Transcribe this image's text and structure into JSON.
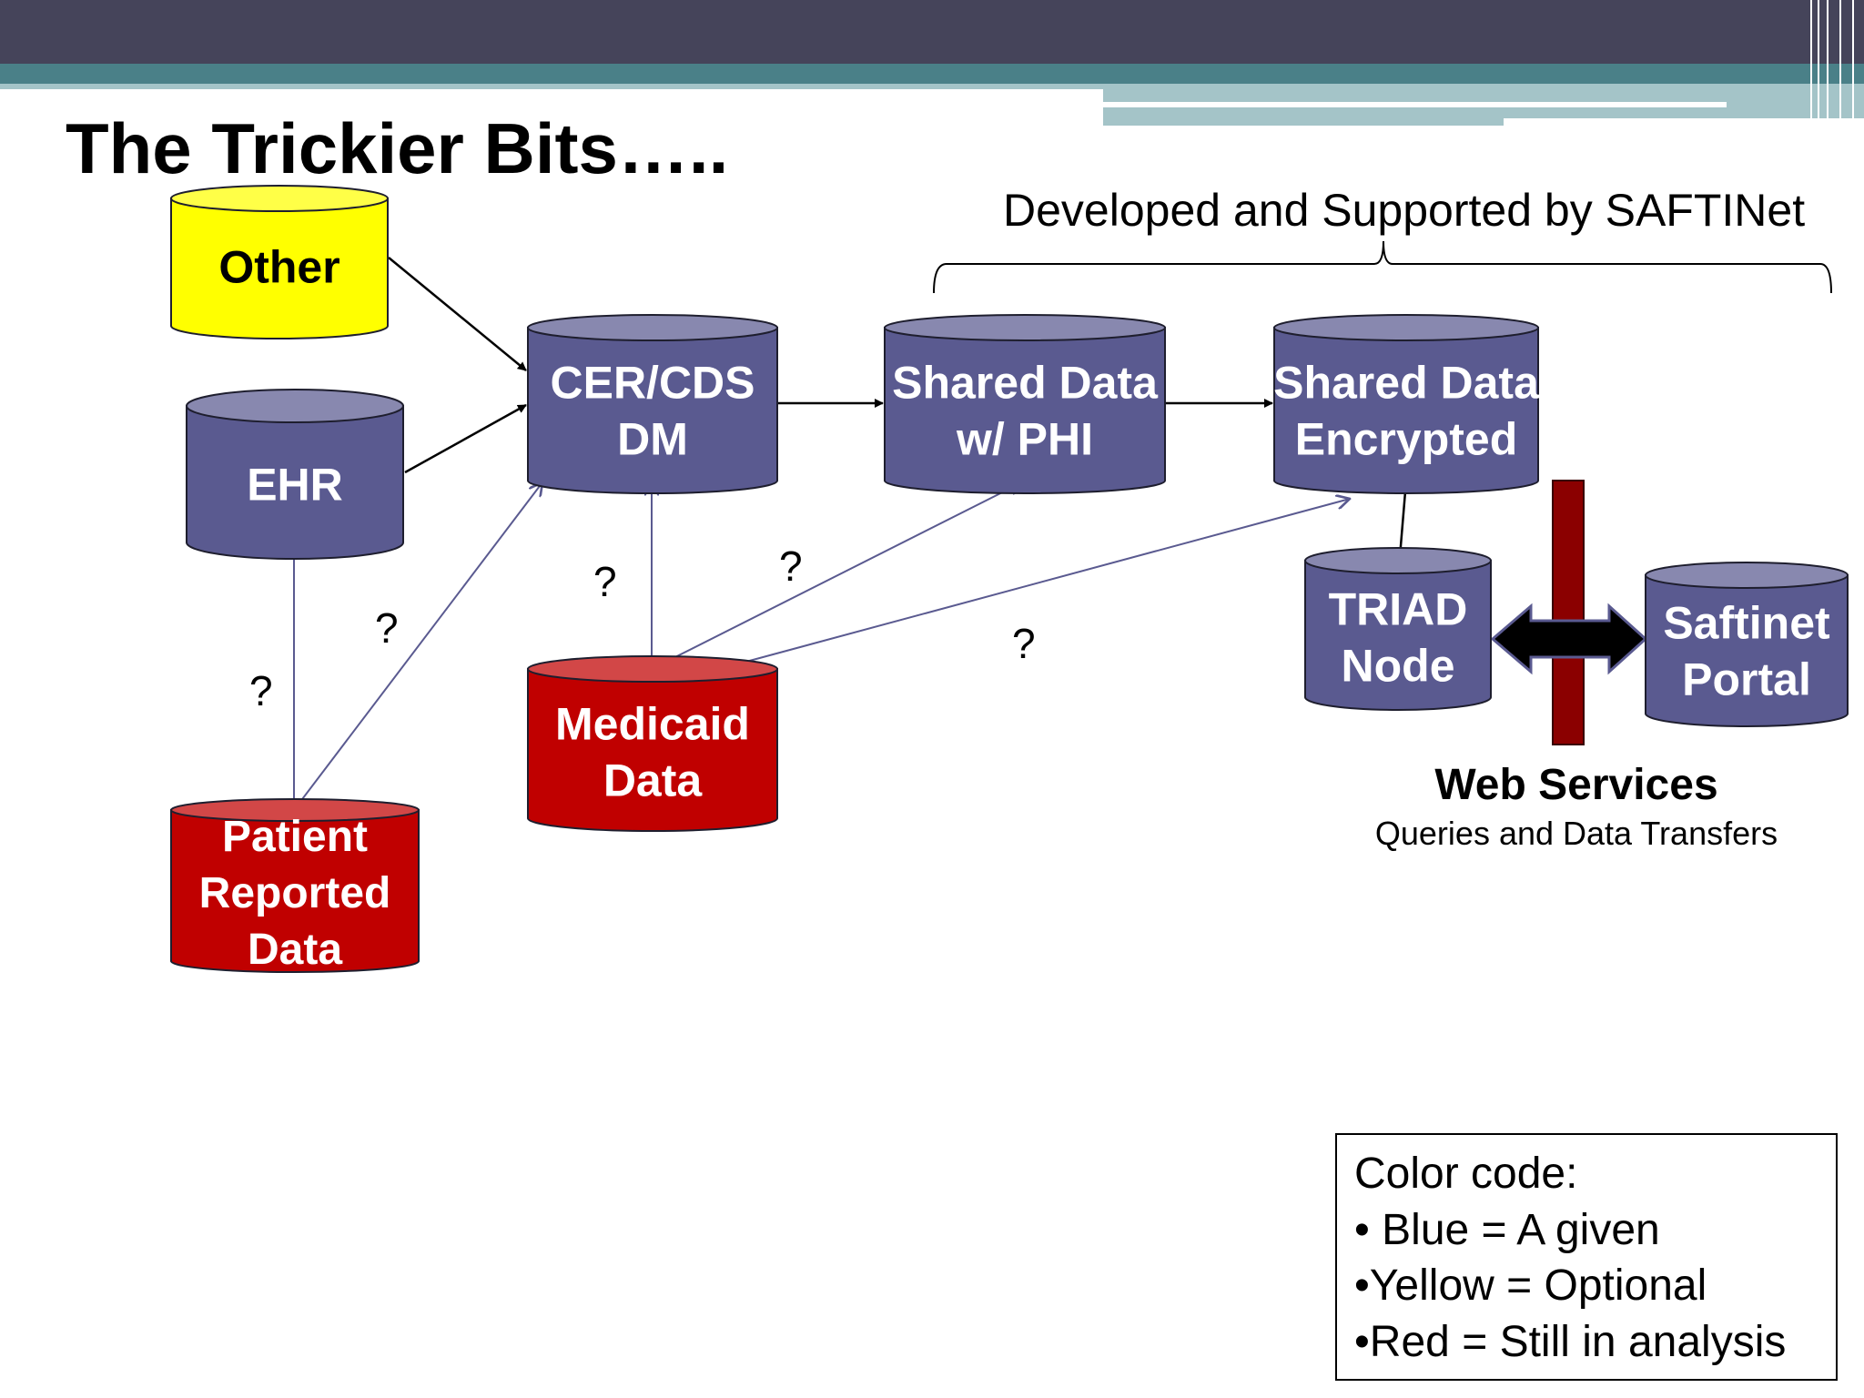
{
  "slide": {
    "title": "The Trickier Bits…..",
    "brace_label": "Developed and Supported by SAFTINet"
  },
  "nodes": [
    {
      "id": "other",
      "lines": [
        "Other"
      ],
      "fill": "#ffff00",
      "text_color": "#000000"
    },
    {
      "id": "ehr",
      "lines": [
        "EHR"
      ],
      "fill": "#5a5a90",
      "text_color": "#ffffff"
    },
    {
      "id": "cer-cds",
      "lines": [
        "CER/CDS",
        "DM"
      ],
      "fill": "#5a5a90",
      "text_color": "#ffffff"
    },
    {
      "id": "shared-phi",
      "lines": [
        "Shared Data",
        "w/ PHI"
      ],
      "fill": "#5a5a90",
      "text_color": "#ffffff"
    },
    {
      "id": "shared-encrypted",
      "lines": [
        "Shared Data",
        "Encrypted"
      ],
      "fill": "#5a5a90",
      "text_color": "#ffffff"
    },
    {
      "id": "triad-node",
      "lines": [
        "TRIAD",
        "Node"
      ],
      "fill": "#5a5a90",
      "text_color": "#ffffff"
    },
    {
      "id": "saftinet-portal",
      "lines": [
        "Saftinet",
        "Portal"
      ],
      "fill": "#5a5a90",
      "text_color": "#ffffff"
    },
    {
      "id": "medicaid-data",
      "lines": [
        "Medicaid",
        "Data"
      ],
      "fill": "#c00000",
      "text_color": "#ffffff"
    },
    {
      "id": "patient-reported",
      "lines": [
        "Patient",
        "Reported",
        "Data"
      ],
      "fill": "#c00000",
      "text_color": "#ffffff"
    }
  ],
  "question_mark": "?",
  "web_services": {
    "title": "Web Services",
    "subtitle": "Queries and Data Transfers"
  },
  "legend": {
    "heading": "Color code:",
    "items": [
      "• Blue = A given",
      "•Yellow = Optional",
      "•Red = Still in analysis"
    ]
  },
  "colors": {
    "header_dark": "#45445a",
    "header_teal": "#4a8088",
    "header_light": "#a4c4c8",
    "cylinder_blue": "#5a5a90",
    "cylinder_red": "#c00000",
    "cylinder_yellow": "#ffff00",
    "firewall": "#8b0000",
    "connector_blue": "#5a5a90"
  }
}
